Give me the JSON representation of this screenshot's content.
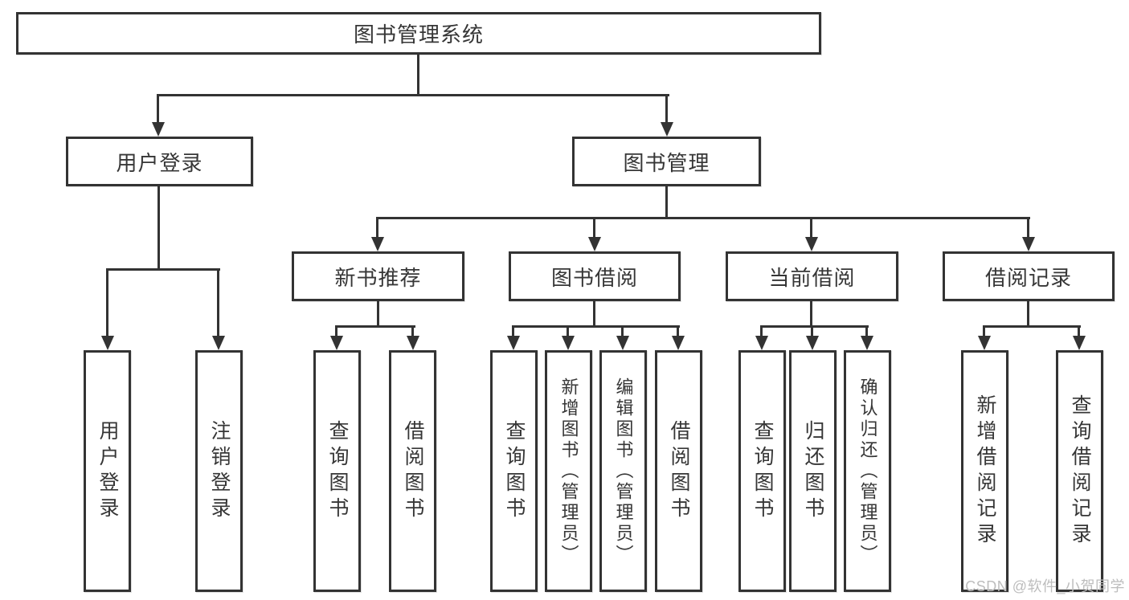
{
  "diagram": {
    "root": "图书管理系统",
    "branches": {
      "user_login": "用户登录",
      "book_management": "图书管理"
    },
    "modules": {
      "new_book_recommend": "新书推荐",
      "book_borrow": "图书借阅",
      "current_borrow": "当前借阅",
      "borrow_records": "借阅记录"
    },
    "leaves": {
      "user_login": "用户登录",
      "logout": "注销登录",
      "nbr_query_books": "查询图书",
      "nbr_borrow_books": "借阅图书",
      "bb_query_books": "查询图书",
      "bb_add_books": "新增图书（管理员）",
      "bb_edit_books": "编辑图书（管理员）",
      "bb_borrow_books": "借阅图书",
      "cb_query_books": "查询图书",
      "cb_return_books": "归还图书",
      "cb_confirm_return": "确认归还（管理员）",
      "br_add_record": "新增借阅记录",
      "br_query_record": "查询借阅记录"
    },
    "watermark": "CSDN @软件_小贺同学"
  }
}
